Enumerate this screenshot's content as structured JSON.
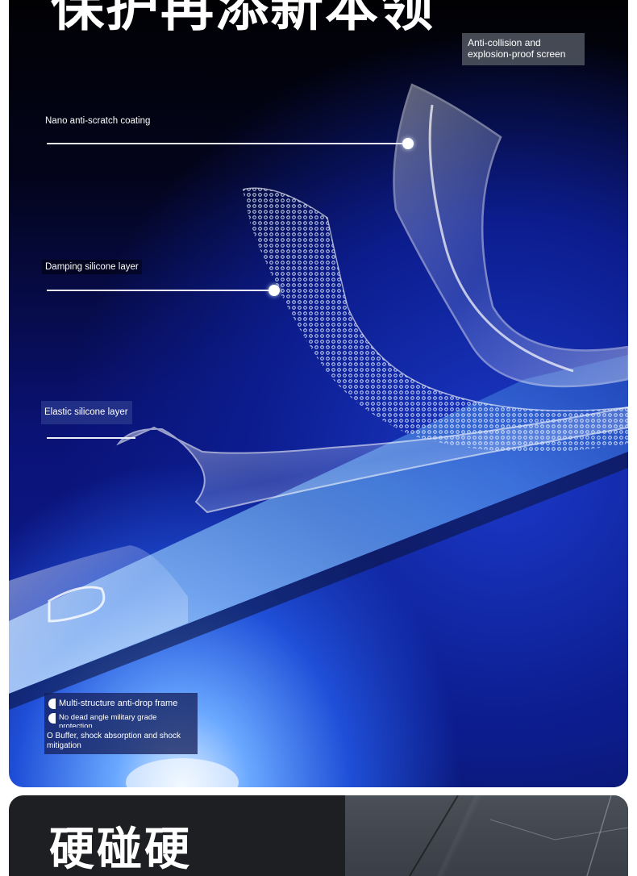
{
  "panel_top": {
    "headline": "保护再添新本领",
    "callouts": {
      "nano": "Nano anti-scratch coating",
      "damping": "Damping silicone layer",
      "elastic": "Elastic silicone layer"
    },
    "features": {
      "line1": "Multi-structure anti-drop frame",
      "line2": "No dead angle military grade protection",
      "line3": "O Buffer, shock absorption and shock mitigation"
    }
  },
  "panel_bottom": {
    "headline": "硬碰硬",
    "badge": "Anti-collision and explosion-proof screen"
  },
  "colors": {
    "background_dark": "#020318",
    "accent_blue": "#1f4fd8",
    "text": "#ffffff"
  }
}
